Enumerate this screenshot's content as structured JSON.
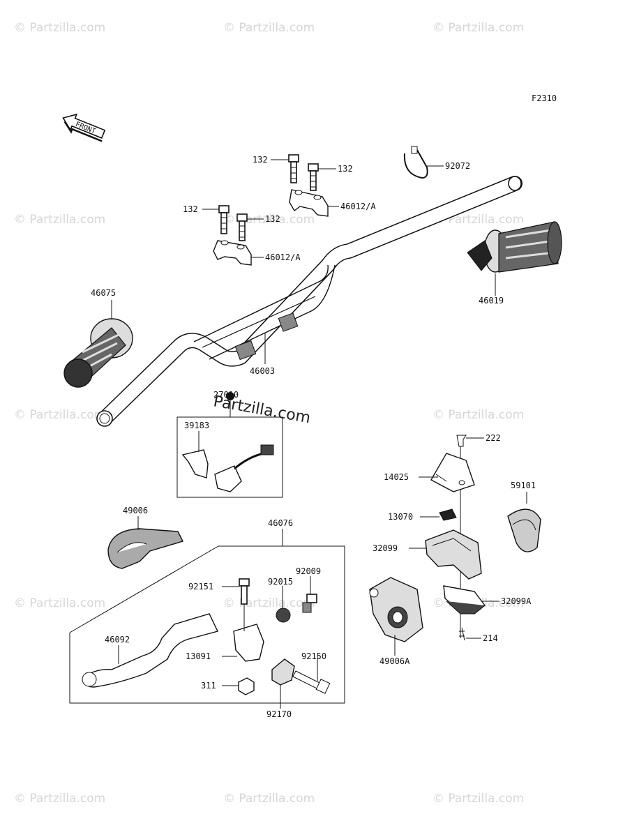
{
  "figure_code": "F2310",
  "front_label": "FRONT",
  "brand_text": "Partzilla.com",
  "watermark_text": "© Partzilla.com",
  "labels": {
    "l92072": "92072",
    "l132a": "132",
    "l132b": "132",
    "l132c": "132",
    "l132d": "132",
    "l46012a": "46012/A",
    "l46012b": "46012/A",
    "l46075": "46075",
    "l46019": "46019",
    "l46003": "46003",
    "l27010": "27010",
    "l39183": "39183",
    "l222": "222",
    "l14025": "14025",
    "l59101": "59101",
    "l13070": "13070",
    "l32099": "32099",
    "l32099a": "32099A",
    "l214": "214",
    "l49006a": "49006A",
    "l49006": "49006",
    "l46076": "46076",
    "l92009": "92009",
    "l92151": "92151",
    "l92015": "92015",
    "l46092": "46092",
    "l13091": "13091",
    "l92150": "92150",
    "l311": "311",
    "l92170": "92170"
  }
}
